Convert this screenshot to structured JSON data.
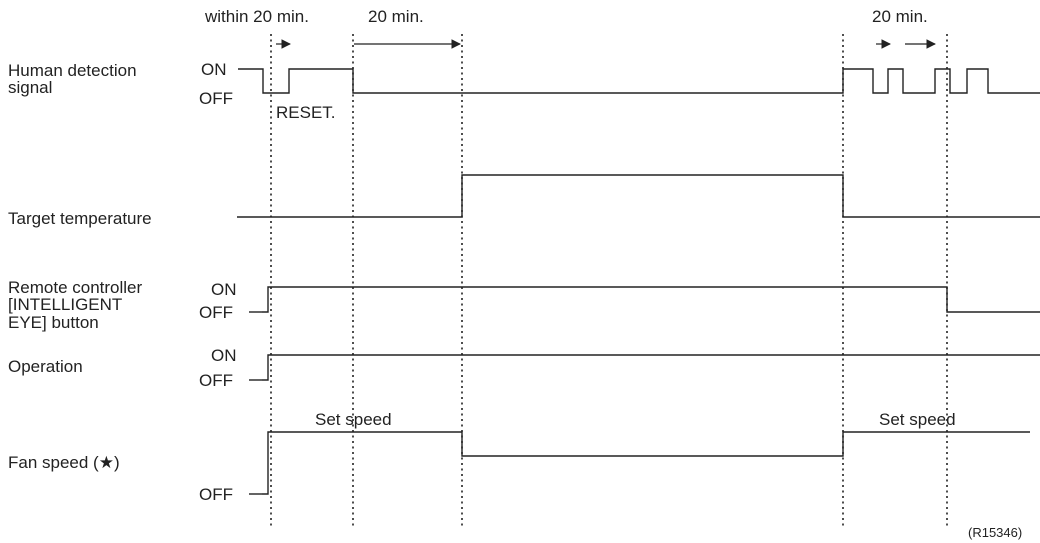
{
  "timing": {
    "top": {
      "within": "within 20 min.",
      "a": "20 min.",
      "b": "20 min."
    },
    "reset": "RESET.",
    "ref": "(R15346)"
  },
  "rows": {
    "human": {
      "line1": "Human detection",
      "line2": "signal",
      "on": "ON",
      "off": "OFF"
    },
    "target": {
      "line1": "Target temperature"
    },
    "remote": {
      "line1": "Remote controller",
      "line2": "[INTELLIGENT",
      "line3": "EYE] button",
      "on": "ON",
      "off": "OFF"
    },
    "operation": {
      "line1": "Operation",
      "on": "ON",
      "off": "OFF"
    },
    "fan": {
      "line1": "Fan speed (★)",
      "off": "OFF",
      "set1": "Set speed",
      "set2": "Set speed"
    }
  },
  "colors": {
    "ink": "#222222",
    "background": "#ffffff"
  }
}
